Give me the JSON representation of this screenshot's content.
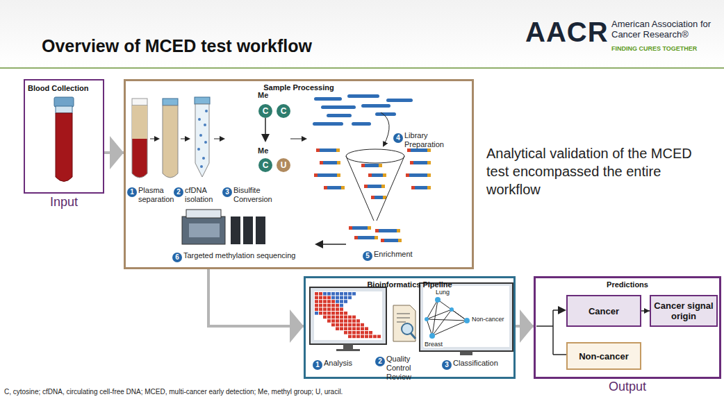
{
  "diagram": {
    "title": "Overview of MCED test workflow",
    "caption": "C, cytosine; cfDNA, circulating cell-free DNA; MCED, multi-cancer early detection; Me, methyl group; U, uracil.",
    "nodes": [
      {
        "text": [
          "Blood Collection",
          "Input"
        ]
      },
      {
        "text": [
          "Sample Processing"
        ]
      },
      {
        "text": [
          "Bioinformatics Pipeline"
        ]
      },
      {
        "text": [
          "Predictions",
          "Output"
        ]
      },
      {
        "text": [
          "Cancer"
        ],
        "in": 3
      },
      {
        "text": [
          "Cancer signal origin"
        ],
        "in": 3
      },
      {
        "text": [
          "Non-cancer"
        ],
        "in": 3
      }
    ],
    "edges": [
      {
        "from": 0,
        "to": 1,
        "arrow": "to"
      },
      {
        "from": 1,
        "to": 2,
        "arrow": "to"
      },
      {
        "from": 2,
        "to": 3,
        "arrow": "to"
      },
      {
        "from": 4,
        "to": 5,
        "arrow": "to"
      }
    ],
    "labels": [
      "AACR",
      "American Association for Cancer Research®",
      "FINDING CURES TOGETHER",
      "Analytical validation of the MCED test encompassed the entire workflow",
      "1",
      "Plasma separation",
      "2",
      "cfDNA isolation",
      "3",
      "Bisulfite Conversion",
      "4",
      "Library Preparation",
      "5",
      "Enrichment",
      "6",
      "Targeted methylation sequencing",
      "Me",
      "C",
      "C",
      "Me",
      "C",
      "U",
      "1",
      "Analysis",
      "2",
      "Quality Control Review",
      "3",
      "Classification",
      "Lung",
      "Non-cancer",
      "Breast"
    ]
  }
}
